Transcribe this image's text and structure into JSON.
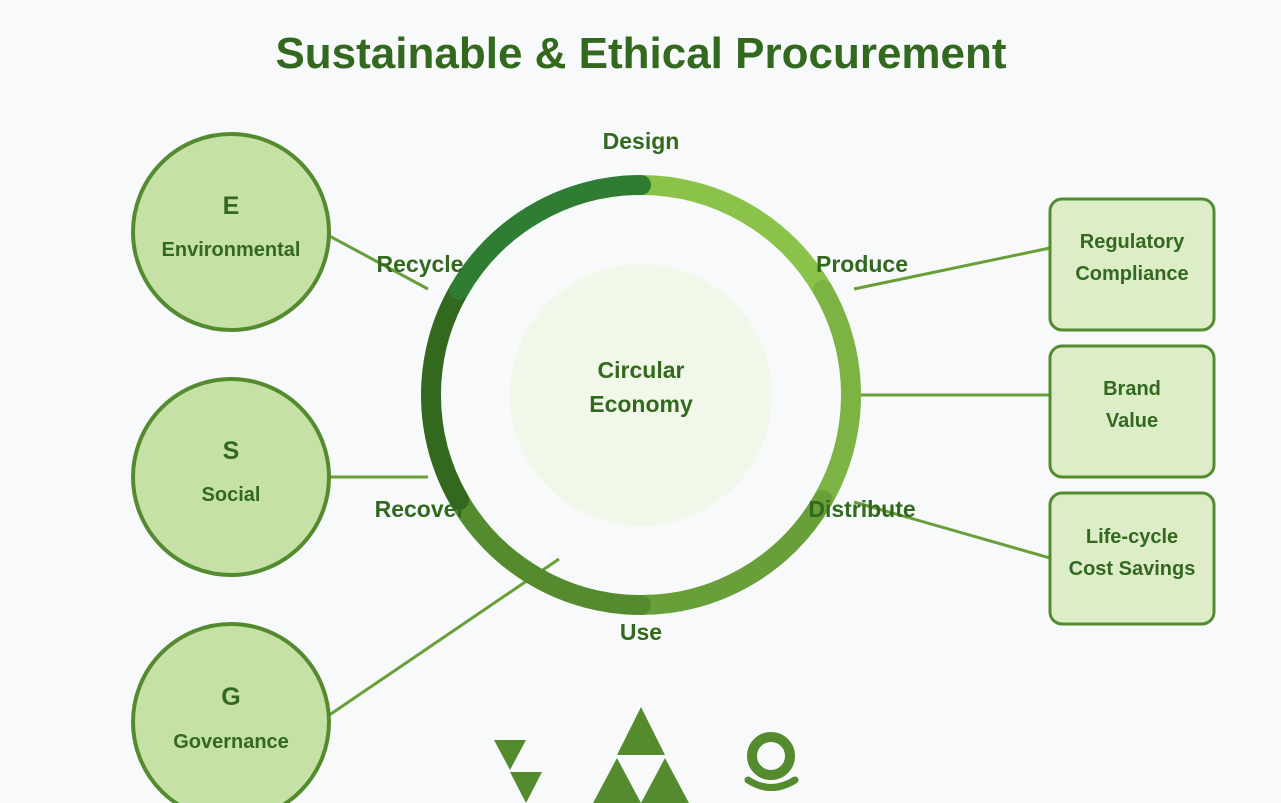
{
  "title": "Sustainable & Ethical Procurement",
  "center": {
    "line1": "Circular",
    "line2": "Economy"
  },
  "stages": [
    {
      "label": "Design",
      "color": "#8bc34a"
    },
    {
      "label": "Produce",
      "color": "#7cb342"
    },
    {
      "label": "Distribute",
      "color": "#689f38"
    },
    {
      "label": "Use",
      "color": "#558b2f"
    },
    {
      "label": "Recover",
      "color": "#33691e"
    },
    {
      "label": "Recycle",
      "color": "#2e7d32"
    }
  ],
  "esg": [
    {
      "letter": "E",
      "label": "Environmental"
    },
    {
      "letter": "S",
      "label": "Social"
    },
    {
      "letter": "G",
      "label": "Governance"
    }
  ],
  "benefits": [
    {
      "line1": "Regulatory",
      "line2": "Compliance"
    },
    {
      "line1": "Brand",
      "line2": "Value"
    },
    {
      "line1": "Life-cycle",
      "line2": "Cost Savings"
    }
  ],
  "icons": [
    "leaf-triangles-icon",
    "triforce-icon",
    "person-icon"
  ]
}
